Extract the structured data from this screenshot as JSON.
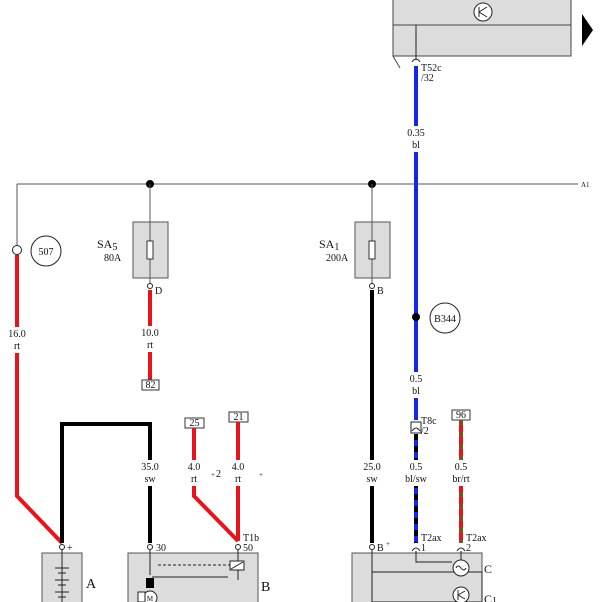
{
  "diagram": {
    "rail_label": "A1",
    "control_unit_connector": {
      "name": "T52c",
      "pin": "/32"
    },
    "fuses": {
      "sa5": {
        "name": "SA",
        "sub": "5",
        "rating": "80A",
        "terminal": "D"
      },
      "sa1": {
        "name": "SA",
        "sub": "1",
        "rating": "200A",
        "terminal": "B"
      }
    },
    "circles": {
      "ground_507": "507",
      "splice_b344": "B344"
    },
    "wires": {
      "w1": {
        "size": "16.0",
        "color": "rt"
      },
      "w2": {
        "size": "10.0",
        "color": "rt"
      },
      "w3": {
        "size": "35.0",
        "color": "sw"
      },
      "w4": {
        "size": "4.0",
        "color": "rt"
      },
      "w5": {
        "size": "4.0",
        "color": "rt"
      },
      "w6": {
        "size": "25.0",
        "color": "sw"
      },
      "w7": {
        "size": "0.35",
        "color": "bl"
      },
      "w8": {
        "size": "0.5",
        "color": "bl"
      },
      "w9": {
        "size": "0.5",
        "color": "bl/sw"
      },
      "w10": {
        "size": "0.5",
        "color": "br/rt"
      }
    },
    "refs": {
      "r82": "82",
      "r25": "25",
      "r21": "21",
      "r96": "96"
    },
    "connectors": {
      "t8c": {
        "name": "T8c",
        "pin": "/2"
      },
      "t1b": {
        "name": "T1b",
        "pin": "50"
      },
      "t2ax_1": {
        "name": "T2ax",
        "pin": "1"
      },
      "t2ax_2": {
        "name": "T2ax",
        "pin": "2"
      }
    },
    "marks": {
      "plus_a": "+",
      "plus_b": "+",
      "plus_c": "+",
      "pin_30": "30",
      "pin_b": "B",
      "two": "2"
    },
    "components": {
      "a": "A",
      "b": "B",
      "c": "C",
      "c1": "C",
      "c1_sub": "1"
    },
    "colors": {
      "red": "#e8141b",
      "blue": "#1426e6",
      "black": "#000000",
      "gray_fill": "#dcdcdc"
    }
  }
}
